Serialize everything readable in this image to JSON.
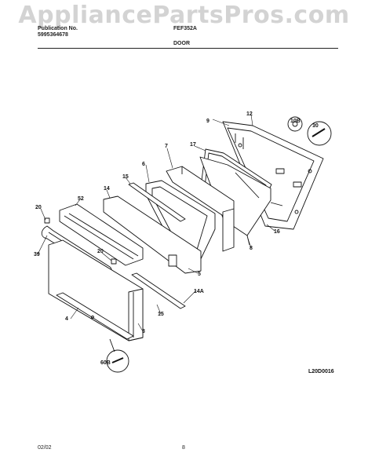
{
  "watermark": "AppliancePartsPros.com",
  "header": {
    "publication_label": "Publication No.",
    "publication_number": "5995364678",
    "model": "FEF352A",
    "section_title": "DOOR"
  },
  "parts": [
    {
      "id": "12",
      "label": "12"
    },
    {
      "id": "9",
      "label": "9"
    },
    {
      "id": "10B",
      "label": "10B"
    },
    {
      "id": "10",
      "label": "10"
    },
    {
      "id": "17",
      "label": "17"
    },
    {
      "id": "7",
      "label": "7"
    },
    {
      "id": "6",
      "label": "6"
    },
    {
      "id": "15",
      "label": "15"
    },
    {
      "id": "14",
      "label": "14"
    },
    {
      "id": "52",
      "label": "52"
    },
    {
      "id": "20",
      "label": "20"
    },
    {
      "id": "39",
      "label": "39"
    },
    {
      "id": "20b",
      "label": "20"
    },
    {
      "id": "16",
      "label": "16"
    },
    {
      "id": "8",
      "label": "8"
    },
    {
      "id": "5",
      "label": "5"
    },
    {
      "id": "14A",
      "label": "14A"
    },
    {
      "id": "15b",
      "label": "15"
    },
    {
      "id": "4",
      "label": "4"
    },
    {
      "id": "3",
      "label": "3"
    },
    {
      "id": "60B",
      "label": "60B"
    }
  ],
  "figure_id": "L20D0016",
  "footer": {
    "date": "02/02",
    "page": "8"
  }
}
